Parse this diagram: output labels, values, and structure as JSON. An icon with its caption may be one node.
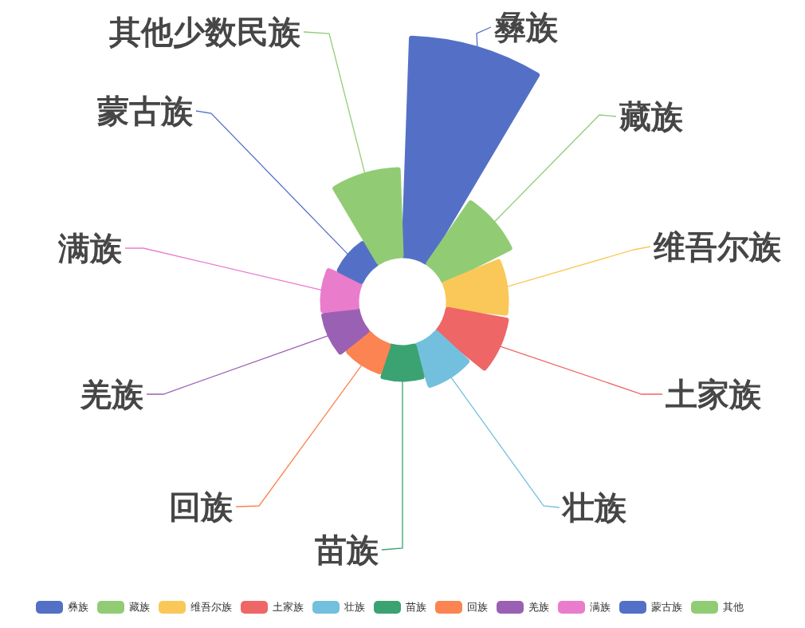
{
  "diagram": {
    "nodes": [
      {
        "text": [
          "彝族"
        ]
      },
      {
        "text": [
          "藏族"
        ]
      },
      {
        "text": [
          "维吾尔族"
        ]
      },
      {
        "text": [
          "土家族"
        ]
      },
      {
        "text": [
          "壮族"
        ]
      },
      {
        "text": [
          "苗族"
        ]
      },
      {
        "text": [
          "回族"
        ]
      },
      {
        "text": [
          "羌族"
        ]
      },
      {
        "text": [
          "满族"
        ]
      },
      {
        "text": [
          "蒙古族"
        ]
      },
      {
        "text": [
          "其他少数民族"
        ]
      },
      {
        "text": [],
        "shape": "wedge"
      },
      {
        "text": [],
        "shape": "wedge"
      },
      {
        "text": [],
        "shape": "wedge"
      },
      {
        "text": [],
        "shape": "wedge"
      },
      {
        "text": [],
        "shape": "wedge"
      },
      {
        "text": [],
        "shape": "wedge"
      },
      {
        "text": [],
        "shape": "wedge"
      },
      {
        "text": [],
        "shape": "wedge"
      },
      {
        "text": [],
        "shape": "wedge"
      },
      {
        "text": [],
        "shape": "wedge"
      },
      {
        "text": [],
        "shape": "wedge"
      }
    ],
    "edges": [
      {
        "from": 0,
        "to": 11,
        "arrow": "none",
        "color": "#5470c6"
      },
      {
        "from": 1,
        "to": 12,
        "arrow": "none",
        "color": "#91cc75"
      },
      {
        "from": 2,
        "to": 13,
        "arrow": "none",
        "color": "#fac858"
      },
      {
        "from": 3,
        "to": 14,
        "arrow": "none",
        "color": "#ee6666"
      },
      {
        "from": 4,
        "to": 15,
        "arrow": "none",
        "color": "#73c0de"
      },
      {
        "from": 5,
        "to": 16,
        "arrow": "none",
        "color": "#3ba272"
      },
      {
        "from": 6,
        "to": 17,
        "arrow": "none",
        "color": "#fc8452"
      },
      {
        "from": 7,
        "to": 18,
        "arrow": "none",
        "color": "#9a60b4"
      },
      {
        "from": 8,
        "to": 19,
        "arrow": "none",
        "color": "#ea7ccc"
      },
      {
        "from": 9,
        "to": 20,
        "arrow": "none",
        "color": "#5470c6"
      },
      {
        "from": 10,
        "to": 21,
        "arrow": "none",
        "color": "#91cc75"
      }
    ],
    "legend": [
      {
        "text": "彝族",
        "color": "#5470c6"
      },
      {
        "text": "藏族",
        "color": "#91cc75"
      },
      {
        "text": "维吾尔族",
        "color": "#fac858"
      },
      {
        "text": "土家族",
        "color": "#ee6666"
      },
      {
        "text": "壮族",
        "color": "#73c0de"
      },
      {
        "text": "苗族",
        "color": "#3ba272"
      },
      {
        "text": "回族",
        "color": "#fc8452"
      },
      {
        "text": "羌族",
        "color": "#9a60b4"
      },
      {
        "text": "满族",
        "color": "#ea7ccc"
      },
      {
        "text": "蒙古族",
        "color": "#5470c6"
      },
      {
        "text": "其他",
        "color": "#91cc75"
      }
    ]
  }
}
